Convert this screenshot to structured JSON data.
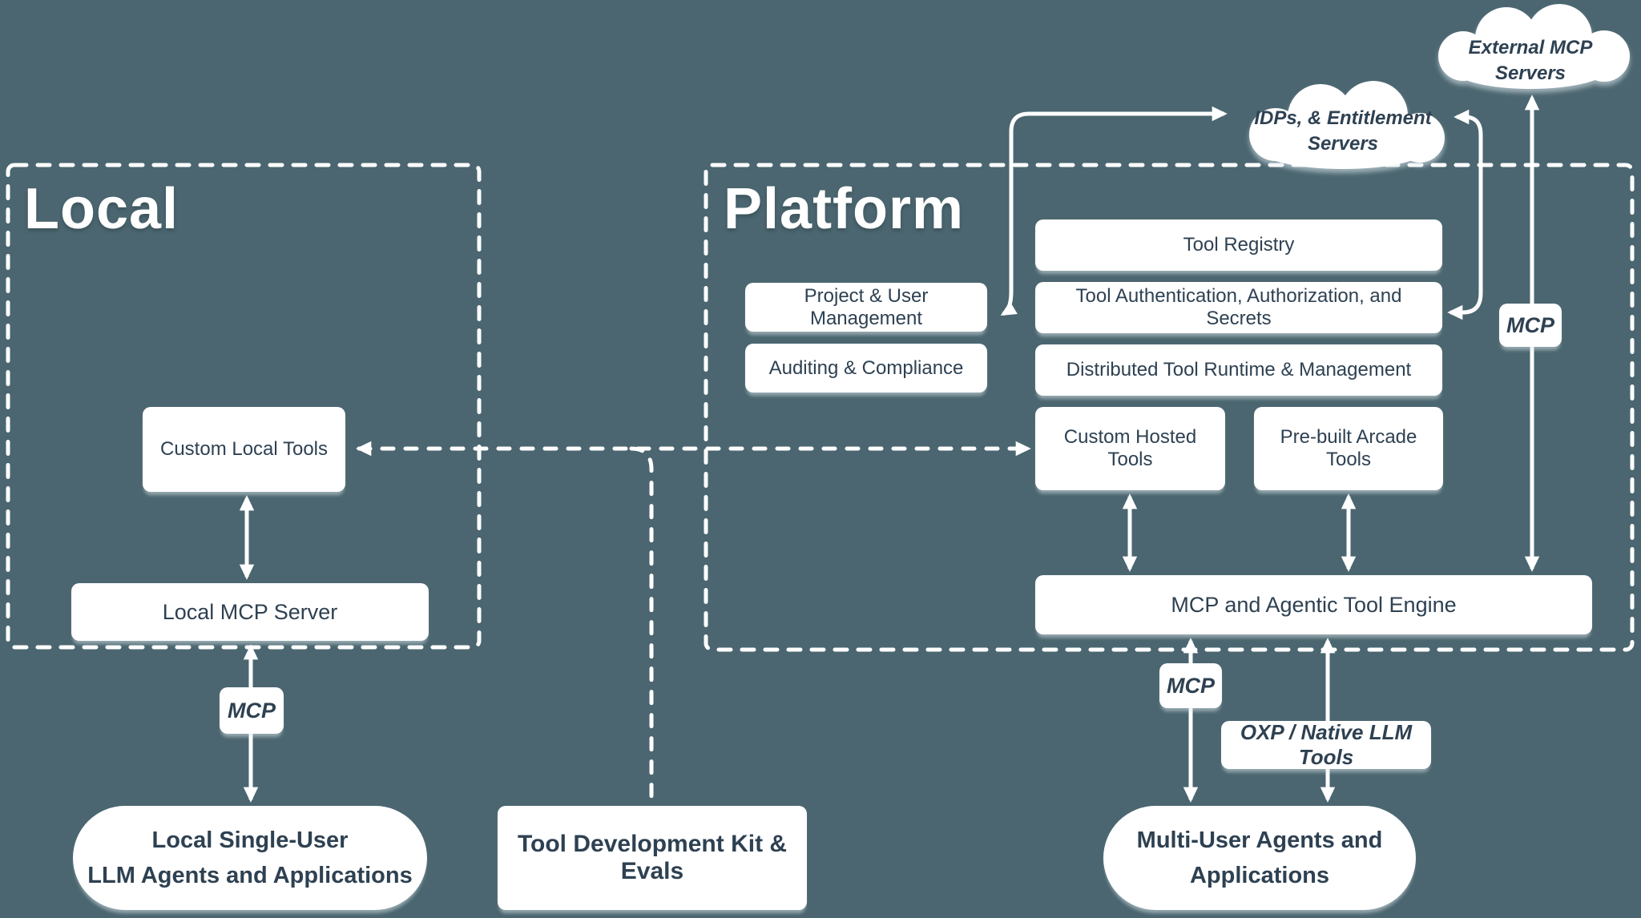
{
  "canvas": {
    "background": "#4B6670",
    "ink": "#2E4152",
    "accent": "#FFFFFF"
  },
  "local": {
    "title": "Local",
    "boxes": {
      "custom_local_tools": "Custom Local Tools",
      "local_mcp_server": "Local MCP Server"
    },
    "mcp_label": "MCP",
    "pill": {
      "line1": "Local Single-User",
      "line2": "LLM Agents and Applications"
    }
  },
  "platform": {
    "title": "Platform",
    "boxes": {
      "tool_registry": "Tool Registry",
      "project_user": "Project & User Management",
      "tool_auth": "Tool Authentication, Authorization, and Secrets",
      "auditing": "Auditing & Compliance",
      "distributed_runtime": "Distributed Tool Runtime & Management",
      "custom_hosted": "Custom Hosted Tools",
      "prebuilt_arcade": "Pre-built Arcade Tools",
      "mcp_engine": "MCP and Agentic Tool Engine"
    },
    "mcp_label_top": "MCP",
    "mcp_label_bottom": "MCP",
    "oxp_label": "OXP / Native LLM Tools",
    "pill": {
      "line1": "Multi-User Agents and",
      "line2": "Applications"
    }
  },
  "clouds": {
    "external_mcp": "External MCP Servers",
    "idps": {
      "line1": "IDPs, & Entitlement",
      "line2": "Servers"
    }
  },
  "center": {
    "tdk": "Tool Development Kit & Evals"
  }
}
